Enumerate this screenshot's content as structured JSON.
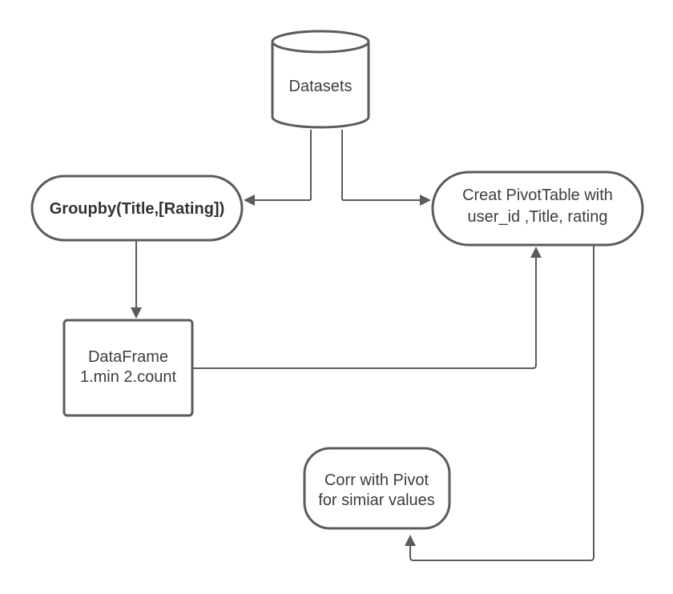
{
  "diagram": {
    "nodes": {
      "datasets": {
        "label": "Datasets"
      },
      "groupby": {
        "label": "Groupby(Title,[Rating])"
      },
      "pivot": {
        "line1": "Creat PivotTable with",
        "line2": "user_id ,Title, rating"
      },
      "dataframe": {
        "line1": "DataFrame",
        "line2": "1.min 2.count"
      },
      "corr": {
        "line1": "Corr with Pivot",
        "line2": "for simiar values"
      }
    },
    "colors": {
      "stroke": "#5b5b5b",
      "text": "#3d3d3d",
      "background": "#ffffff"
    }
  }
}
